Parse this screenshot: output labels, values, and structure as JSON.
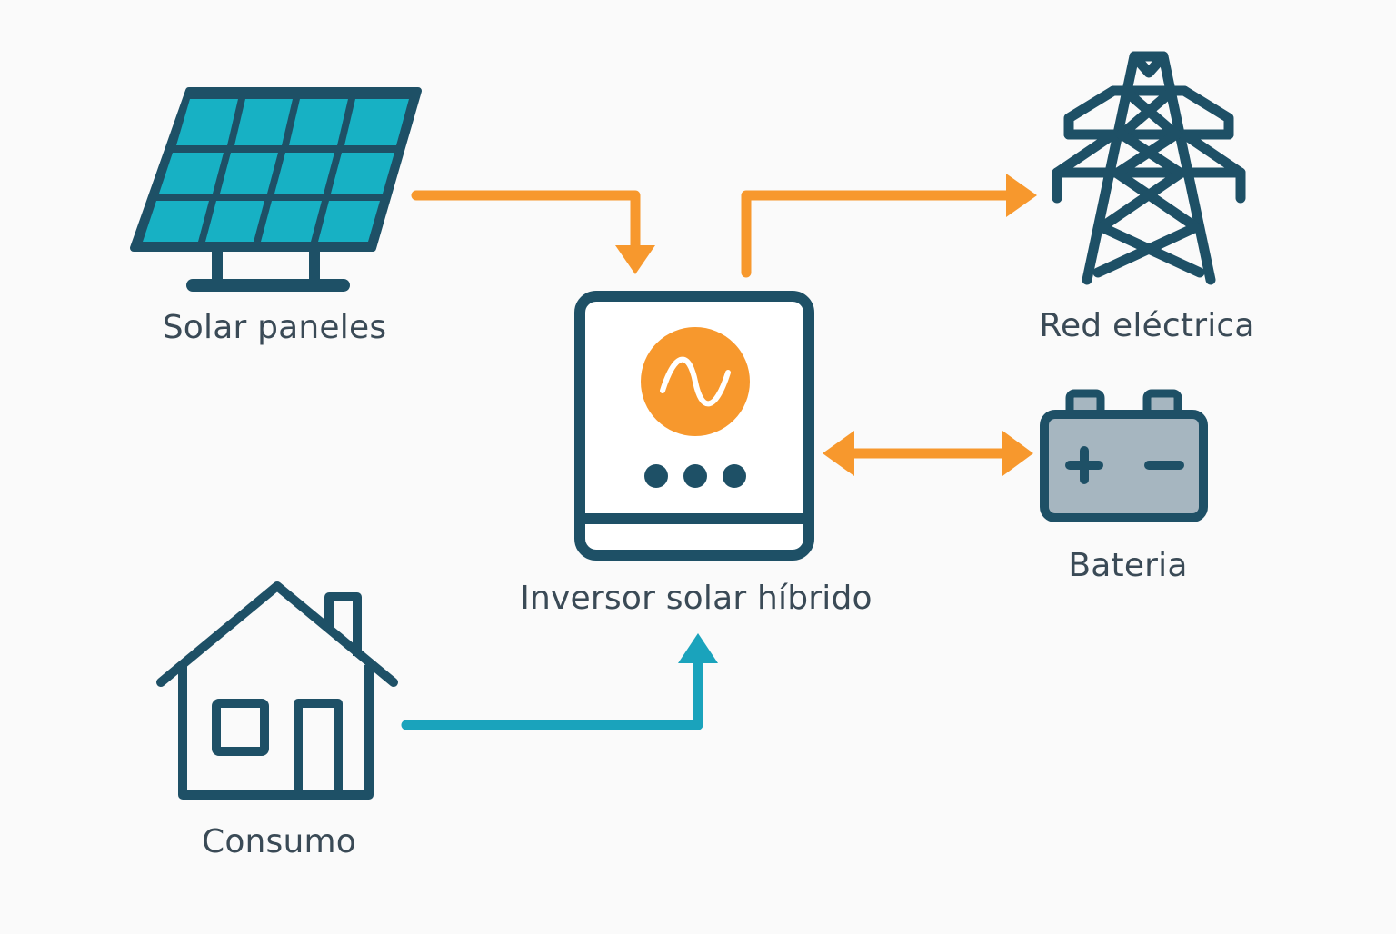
{
  "colors": {
    "background": "#fafafa",
    "outline": "#1e5066",
    "panel_cell": "#17b1c4",
    "flow_orange": "#f7982d",
    "flow_teal": "#1aa3bc",
    "battery_fill": "#a6b6c0",
    "label_text": "#3a4a56"
  },
  "nodes": {
    "solar": {
      "label": "Solar paneles",
      "icon": "solar-panel-icon"
    },
    "grid": {
      "label": "Red eléctrica",
      "icon": "power-tower-icon"
    },
    "battery": {
      "label": "Bateria",
      "icon": "battery-icon"
    },
    "inverter": {
      "label": "Inversor solar híbrido",
      "icon": "inverter-icon"
    },
    "consumption": {
      "label": "Consumo",
      "icon": "house-icon"
    }
  },
  "flows": [
    {
      "from": "solar",
      "to": "inverter",
      "direction": "one-way",
      "color": "orange"
    },
    {
      "from": "inverter",
      "to": "grid",
      "direction": "one-way",
      "color": "orange"
    },
    {
      "from": "inverter",
      "to": "battery",
      "direction": "two-way",
      "color": "orange"
    },
    {
      "from": "consumption",
      "to": "inverter",
      "direction": "one-way",
      "color": "teal"
    }
  ]
}
